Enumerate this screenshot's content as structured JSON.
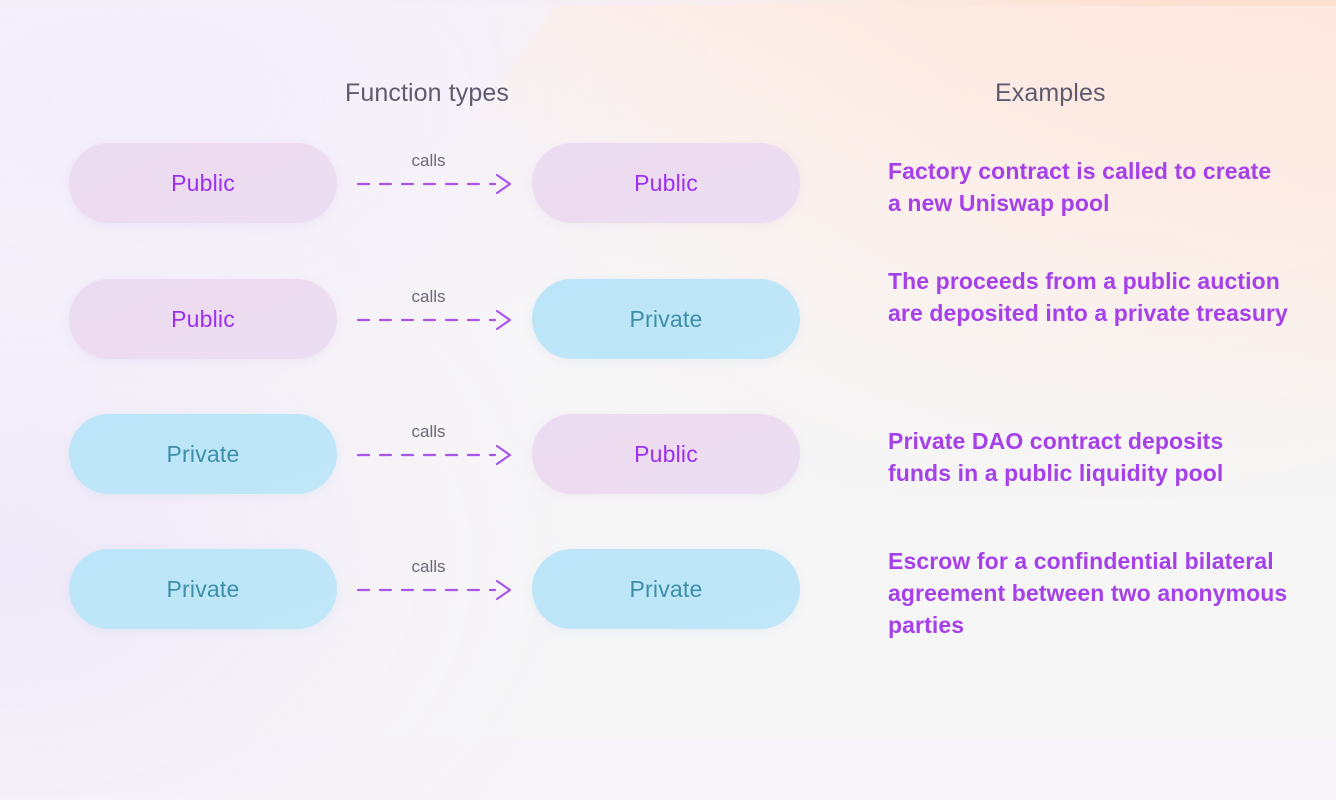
{
  "columns": {
    "function_types_header": "Function types",
    "examples_header": "Examples"
  },
  "arrow_label": "calls",
  "colors": {
    "public_bg": "#eddcf0",
    "public_text": "#9b2ff0",
    "private_bg": "#bde6f8",
    "private_text": "#3d8fa8",
    "example_text": "#a640e8",
    "header_text": "#5f5b6e",
    "arrow_label_text": "#6b6878",
    "arrow_line": "#a855e8",
    "bg_lavender": "#f5f1fa",
    "bg_peach": "#fde8de"
  },
  "rows": [
    {
      "source": "Public",
      "source_kind": "public",
      "relation": "calls",
      "target": "Public",
      "target_kind": "public",
      "example": "Factory contract is called to create a new Uniswap pool"
    },
    {
      "source": "Public",
      "source_kind": "public",
      "relation": "calls",
      "target": "Private",
      "target_kind": "private",
      "example": "The proceeds from a public auction are deposited into a private treasury"
    },
    {
      "source": "Private",
      "source_kind": "private",
      "relation": "calls",
      "target": "Public",
      "target_kind": "public",
      "example": "Private DAO contract deposits funds in a public liquidity pool"
    },
    {
      "source": "Private",
      "source_kind": "private",
      "relation": "calls",
      "target": "Private",
      "target_kind": "private",
      "example": "Escrow for a confindential bilateral agreement between two anonymous parties"
    }
  ]
}
